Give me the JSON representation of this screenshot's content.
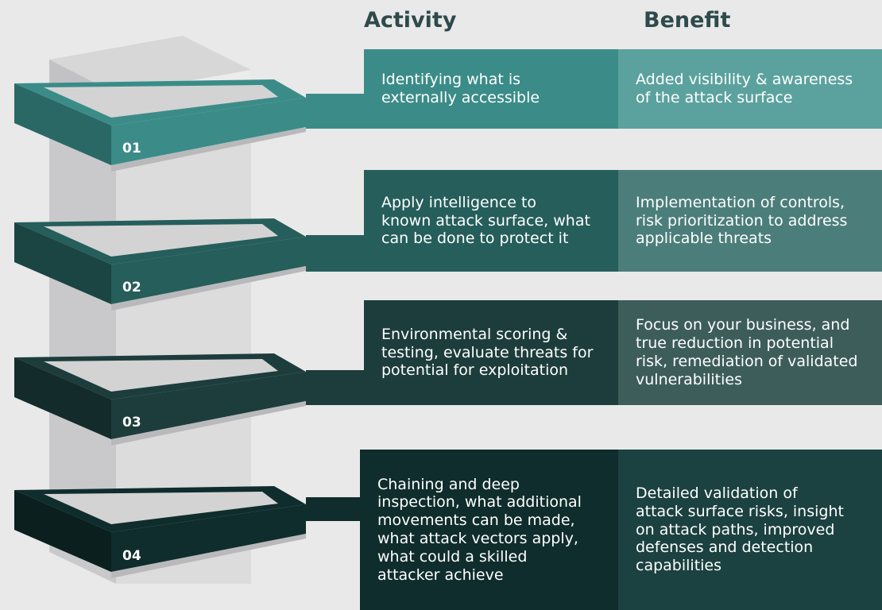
{
  "headers": {
    "activity": "Activity",
    "benefit": "Benefit"
  },
  "colors": {
    "background": "#e9e9ea",
    "stage1": "#3b8c88",
    "stage2": "#255e5b",
    "stage3": "#1c3d3b",
    "stage4": "#0f2d2c"
  },
  "stages": [
    {
      "number": "01",
      "activity": "Identifying what is\nexternally accessible",
      "benefit": "Added visibility & awareness\nof the attack surface"
    },
    {
      "number": "02",
      "activity": "Apply intelligence to\nknown attack surface, what\ncan be done to protect it",
      "benefit": "Implementation of controls,\nrisk prioritization to address\napplicable threats"
    },
    {
      "number": "03",
      "activity": "Environmental scoring &\ntesting, evaluate threats for\npotential for exploitation",
      "benefit": "Focus on your business, and\ntrue reduction in potential\nrisk, remediation of validated\nvulnerabilities"
    },
    {
      "number": "04",
      "activity": "Chaining and deep\ninspection, what additional\nmovements can be made,\nwhat attack vectors apply,\nwhat could a skilled\nattacker achieve",
      "benefit": "Detailed validation of\nattack surface risks, insight\non attack paths, improved\ndefenses and detection\ncapabilities"
    }
  ]
}
